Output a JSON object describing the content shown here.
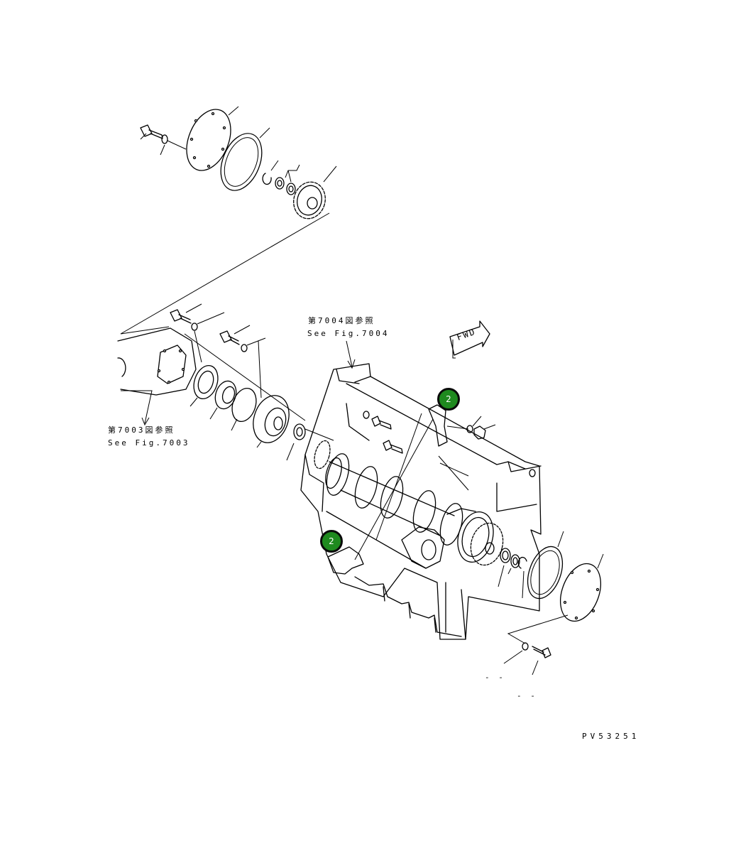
{
  "references": {
    "fig7004_jp": "第7004図参照",
    "fig7004_en": "See Fig.7004",
    "fig7003_jp": "第7003図参照",
    "fig7003_en": "See Fig.7003"
  },
  "fwd_label": "FWD",
  "markers": [
    {
      "label": "2"
    },
    {
      "label": "2"
    }
  ],
  "dashes": {
    "a": "- -",
    "b": "- -"
  },
  "drawing_code": "PV53251",
  "colors": {
    "marker_fill": "#1f8a1f",
    "marker_border": "#0a0a0a",
    "line": "#000000",
    "background": "#ffffff"
  }
}
